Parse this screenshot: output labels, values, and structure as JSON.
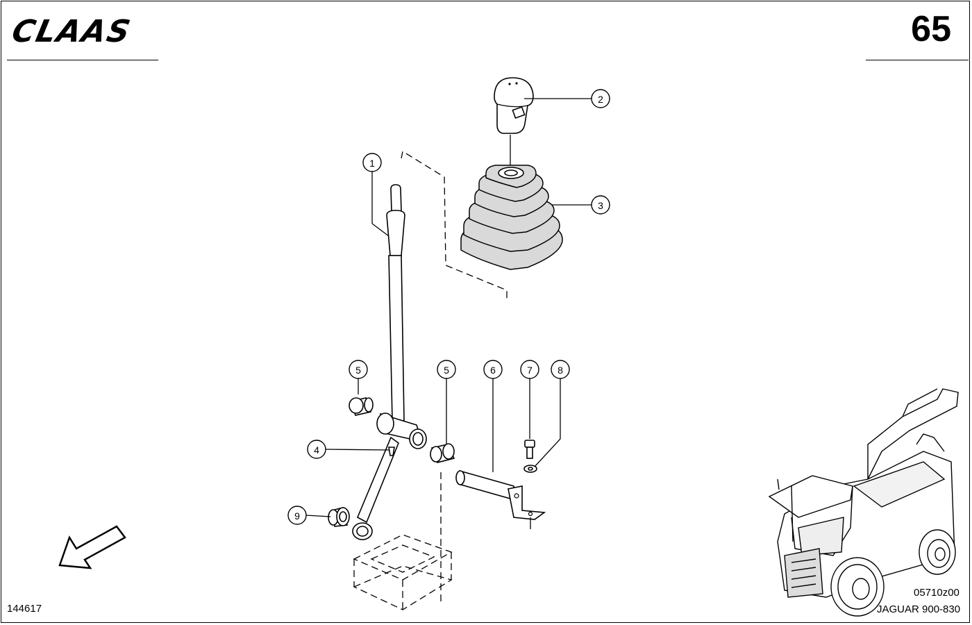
{
  "header": {
    "brand": "CLAAS",
    "page_number": "65"
  },
  "footer": {
    "document_number": "144617",
    "image_code": "05710z00",
    "model": "JAGUAR 900-830"
  },
  "callouts": [
    {
      "id": "callout-1",
      "label": "1"
    },
    {
      "id": "callout-2",
      "label": "2"
    },
    {
      "id": "callout-3",
      "label": "3"
    },
    {
      "id": "callout-4",
      "label": "4"
    },
    {
      "id": "callout-5a",
      "label": "5"
    },
    {
      "id": "callout-5b",
      "label": "5"
    },
    {
      "id": "callout-6",
      "label": "6"
    },
    {
      "id": "callout-7",
      "label": "7"
    },
    {
      "id": "callout-8",
      "label": "8"
    },
    {
      "id": "callout-9",
      "label": "9"
    }
  ],
  "icons": {
    "direction_arrow": "arrow-down-left-icon",
    "machine_thumbnail": "forage-harvester-icon"
  }
}
